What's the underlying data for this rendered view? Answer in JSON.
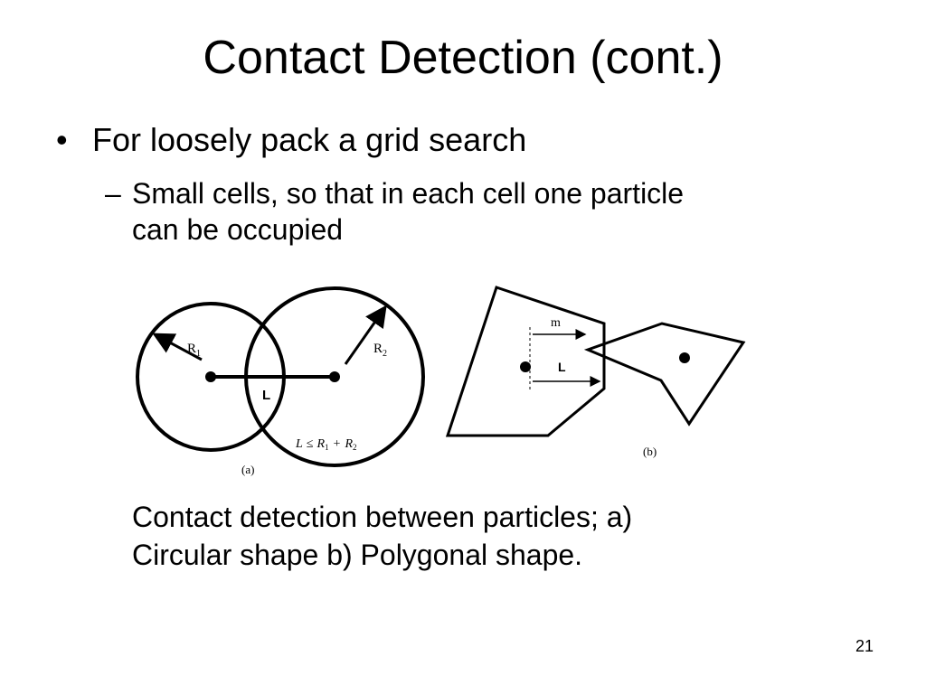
{
  "slide": {
    "title": "Contact Detection (cont.)",
    "bullet": {
      "marker": "•",
      "text": "For loosely pack a grid search"
    },
    "sub_bullet": {
      "marker": "–",
      "line1": "Small cells, so that in each cell one particle",
      "line2": "can be occupied"
    },
    "caption": {
      "line1": "Contact detection between particles; a)",
      "line2": "Circular shape b) Polygonal shape."
    },
    "page_number": "21"
  },
  "figure_a": {
    "label_r1": "R",
    "label_r1_sub": "1",
    "label_r2": "R",
    "label_r2_sub": "2",
    "label_distance": "L",
    "formula": {
      "lhs": "L",
      "op": "≤",
      "r1": "R",
      "r1_sub": "1",
      "plus": "+",
      "r2": "R",
      "r2_sub": "2"
    },
    "panel_label": "(a)"
  },
  "figure_b": {
    "label_m": "m",
    "label_distance": "L",
    "panel_label": "(b)"
  }
}
